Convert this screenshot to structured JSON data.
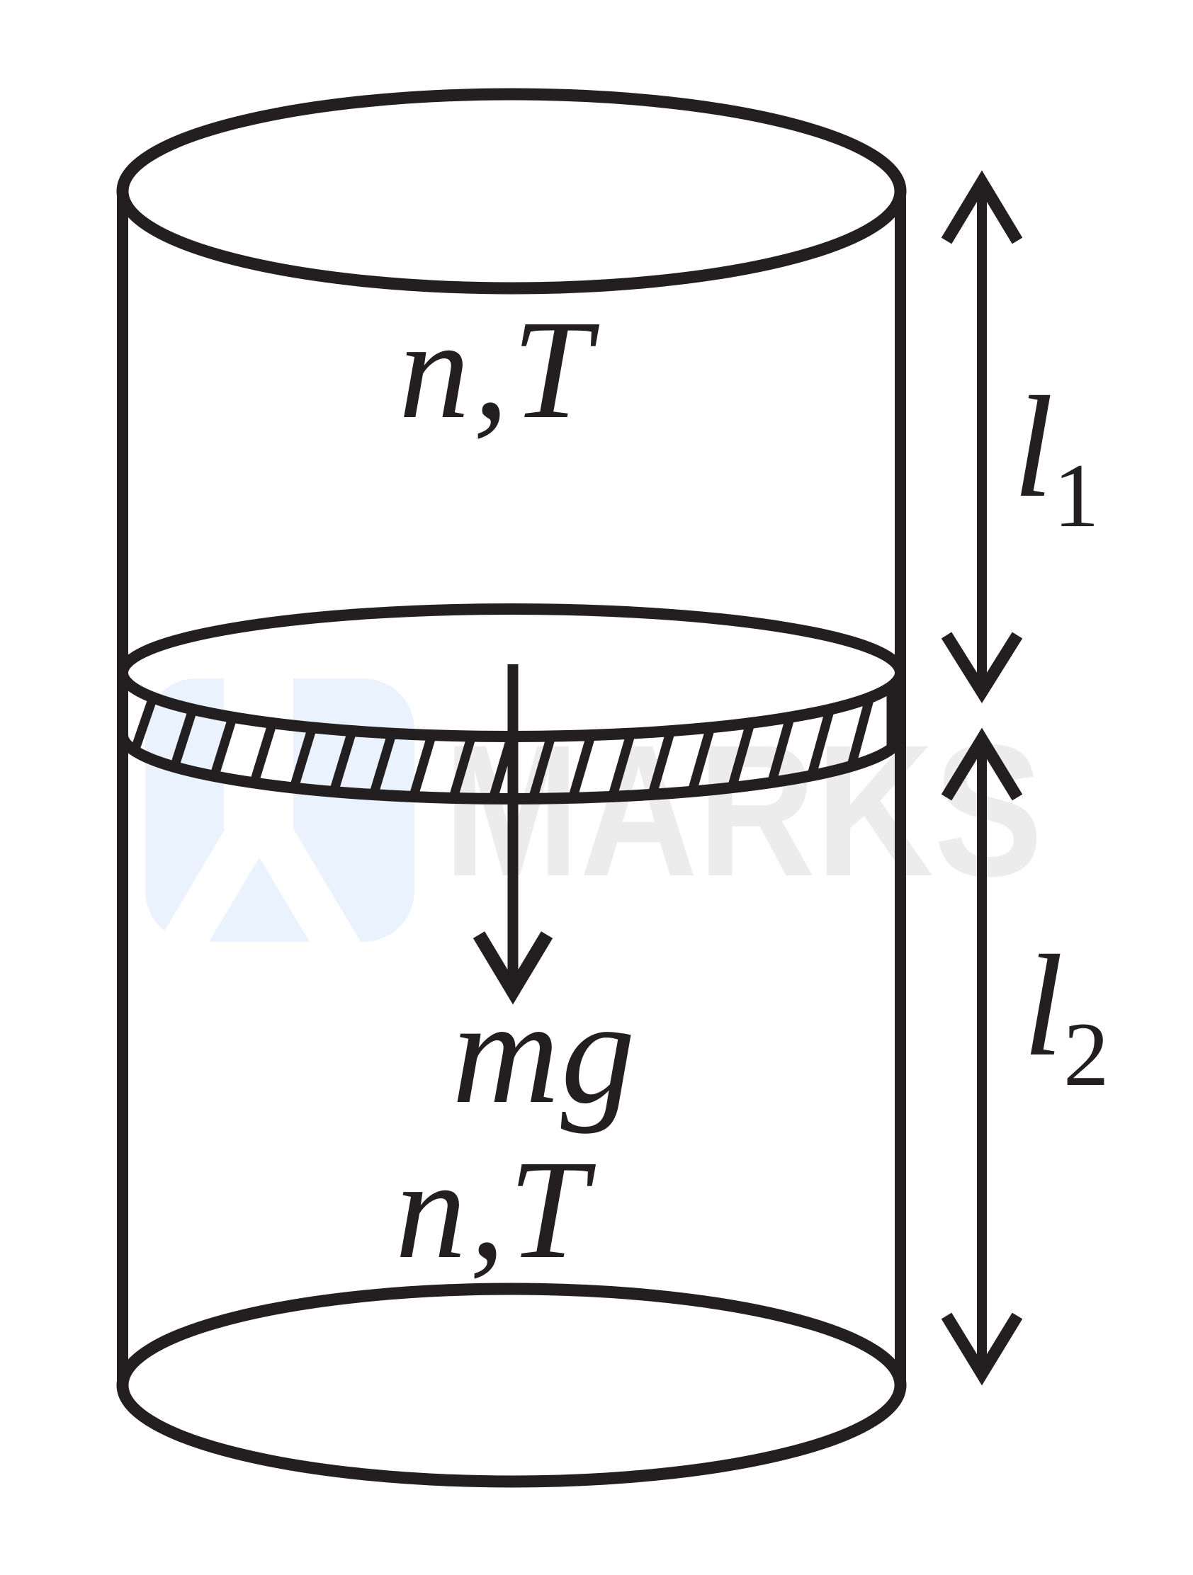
{
  "diagram": {
    "title_hint": "cylinder with heavy piston separating two gas columns",
    "colors": {
      "background": "#ffffff",
      "line": "#231f20",
      "watermark_text": "#ececec",
      "watermark_logo_blue": "#e9f2fd",
      "watermark_logo_cutout": "#ffffff"
    },
    "labels": {
      "upper_gas": "n,T",
      "lower_gas": "n,T",
      "piston_weight": "mg",
      "upper_length": {
        "base": "l",
        "sub": "1"
      },
      "lower_length": {
        "base": "l",
        "sub": "2"
      }
    },
    "watermark": {
      "text": "MARKS"
    }
  }
}
